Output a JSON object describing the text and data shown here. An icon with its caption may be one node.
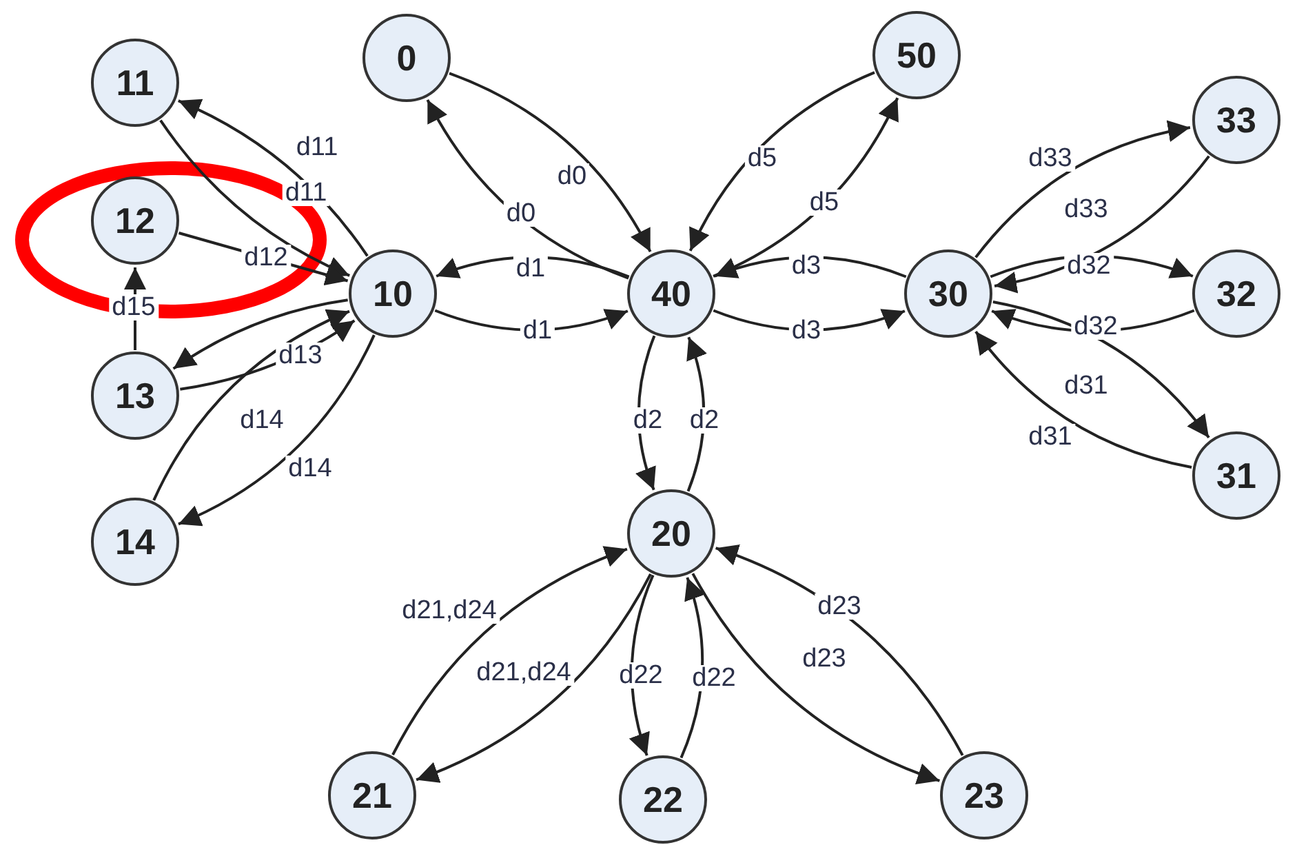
{
  "diagram": {
    "nodes": [
      {
        "text": [
          "0"
        ]
      },
      {
        "text": [
          "50"
        ]
      },
      {
        "text": [
          "11"
        ]
      },
      {
        "text": [
          "12"
        ]
      },
      {
        "text": [
          "10"
        ]
      },
      {
        "text": [
          "40"
        ]
      },
      {
        "text": [
          "30"
        ]
      },
      {
        "text": [
          "33"
        ]
      },
      {
        "text": [
          "13"
        ]
      },
      {
        "text": [
          "32"
        ]
      },
      {
        "text": [
          "31"
        ]
      },
      {
        "text": [
          "14"
        ]
      },
      {
        "text": [
          "20"
        ]
      },
      {
        "text": [
          "21"
        ]
      },
      {
        "text": [
          "22"
        ]
      },
      {
        "text": [
          "23"
        ]
      }
    ],
    "edges": [
      {
        "from": 0,
        "to": 5,
        "arrow": "to",
        "label": "d0"
      },
      {
        "from": 5,
        "to": 0,
        "arrow": "to",
        "label": "d0"
      },
      {
        "from": 1,
        "to": 5,
        "arrow": "to",
        "label": "d5"
      },
      {
        "from": 5,
        "to": 1,
        "arrow": "to",
        "label": "d5"
      },
      {
        "from": 4,
        "to": 2,
        "arrow": "to",
        "label": "d11"
      },
      {
        "from": 2,
        "to": 4,
        "arrow": "to",
        "label": "d11"
      },
      {
        "from": 3,
        "to": 4,
        "arrow": "to",
        "label": "d12"
      },
      {
        "from": 8,
        "to": 3,
        "arrow": "to",
        "label": "d15"
      },
      {
        "from": 4,
        "to": 8,
        "arrow": "to"
      },
      {
        "from": 8,
        "to": 4,
        "arrow": "to",
        "label": "d13"
      },
      {
        "from": 11,
        "to": 4,
        "arrow": "to",
        "label": "d14"
      },
      {
        "from": 4,
        "to": 11,
        "arrow": "to",
        "label": "d14"
      },
      {
        "from": 5,
        "to": 4,
        "arrow": "to",
        "label": "d1"
      },
      {
        "from": 4,
        "to": 5,
        "arrow": "to",
        "label": "d1"
      },
      {
        "from": 6,
        "to": 5,
        "arrow": "to",
        "label": "d3"
      },
      {
        "from": 5,
        "to": 6,
        "arrow": "to",
        "label": "d3"
      },
      {
        "from": 6,
        "to": 7,
        "arrow": "to",
        "label": "d33"
      },
      {
        "from": 7,
        "to": 6,
        "arrow": "to",
        "label": "d33"
      },
      {
        "from": 6,
        "to": 9,
        "arrow": "to",
        "label": "d32"
      },
      {
        "from": 9,
        "to": 6,
        "arrow": "to",
        "label": "d32"
      },
      {
        "from": 6,
        "to": 10,
        "arrow": "to",
        "label": "d31"
      },
      {
        "from": 10,
        "to": 6,
        "arrow": "to",
        "label": "d31"
      },
      {
        "from": 5,
        "to": 12,
        "arrow": "to",
        "label": "d2"
      },
      {
        "from": 12,
        "to": 5,
        "arrow": "to",
        "label": "d2"
      },
      {
        "from": 13,
        "to": 12,
        "arrow": "to",
        "label": "d21,d24"
      },
      {
        "from": 12,
        "to": 13,
        "arrow": "to",
        "label": "d21,d24"
      },
      {
        "from": 12,
        "to": 14,
        "arrow": "to",
        "label": "d22"
      },
      {
        "from": 14,
        "to": 12,
        "arrow": "to",
        "label": "d22"
      },
      {
        "from": 15,
        "to": 12,
        "arrow": "to",
        "label": "d23"
      },
      {
        "from": 12,
        "to": 15,
        "arrow": "to",
        "label": "d23"
      }
    ]
  }
}
